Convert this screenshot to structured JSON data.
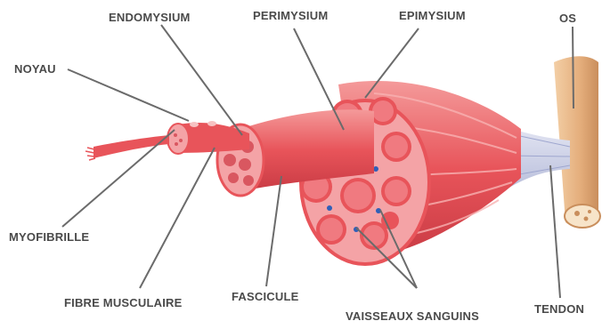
{
  "labels": {
    "endomysium": "ENDOMYSIUM",
    "perimysium": "PERIMYSIUM",
    "epimysium": "EPIMYSIUM",
    "os": "OS",
    "noyau": "NOYAU",
    "myofibrille": "MYOFIBRILLE",
    "fibre_musculaire": "FIBRE MUSCULAIRE",
    "fascicule": "FASCICULE",
    "vaisseaux_sanguins": "VAISSEAUX SANGUINS",
    "tendon": "TENDON"
  },
  "colors": {
    "muscle": "#e8545a",
    "muscle_light": "#f08a8a",
    "muscle_dark": "#c93b44",
    "cross_section": "#f4a3a6",
    "fiber_dot": "#d95760",
    "vessel_blue": "#2f5fb8",
    "tendon": "#c9cde6",
    "bone": "#e9b98a",
    "bone_dark": "#c98e5c",
    "leader_line": "#6b6b6b",
    "label_text": "#4a4a4a"
  }
}
